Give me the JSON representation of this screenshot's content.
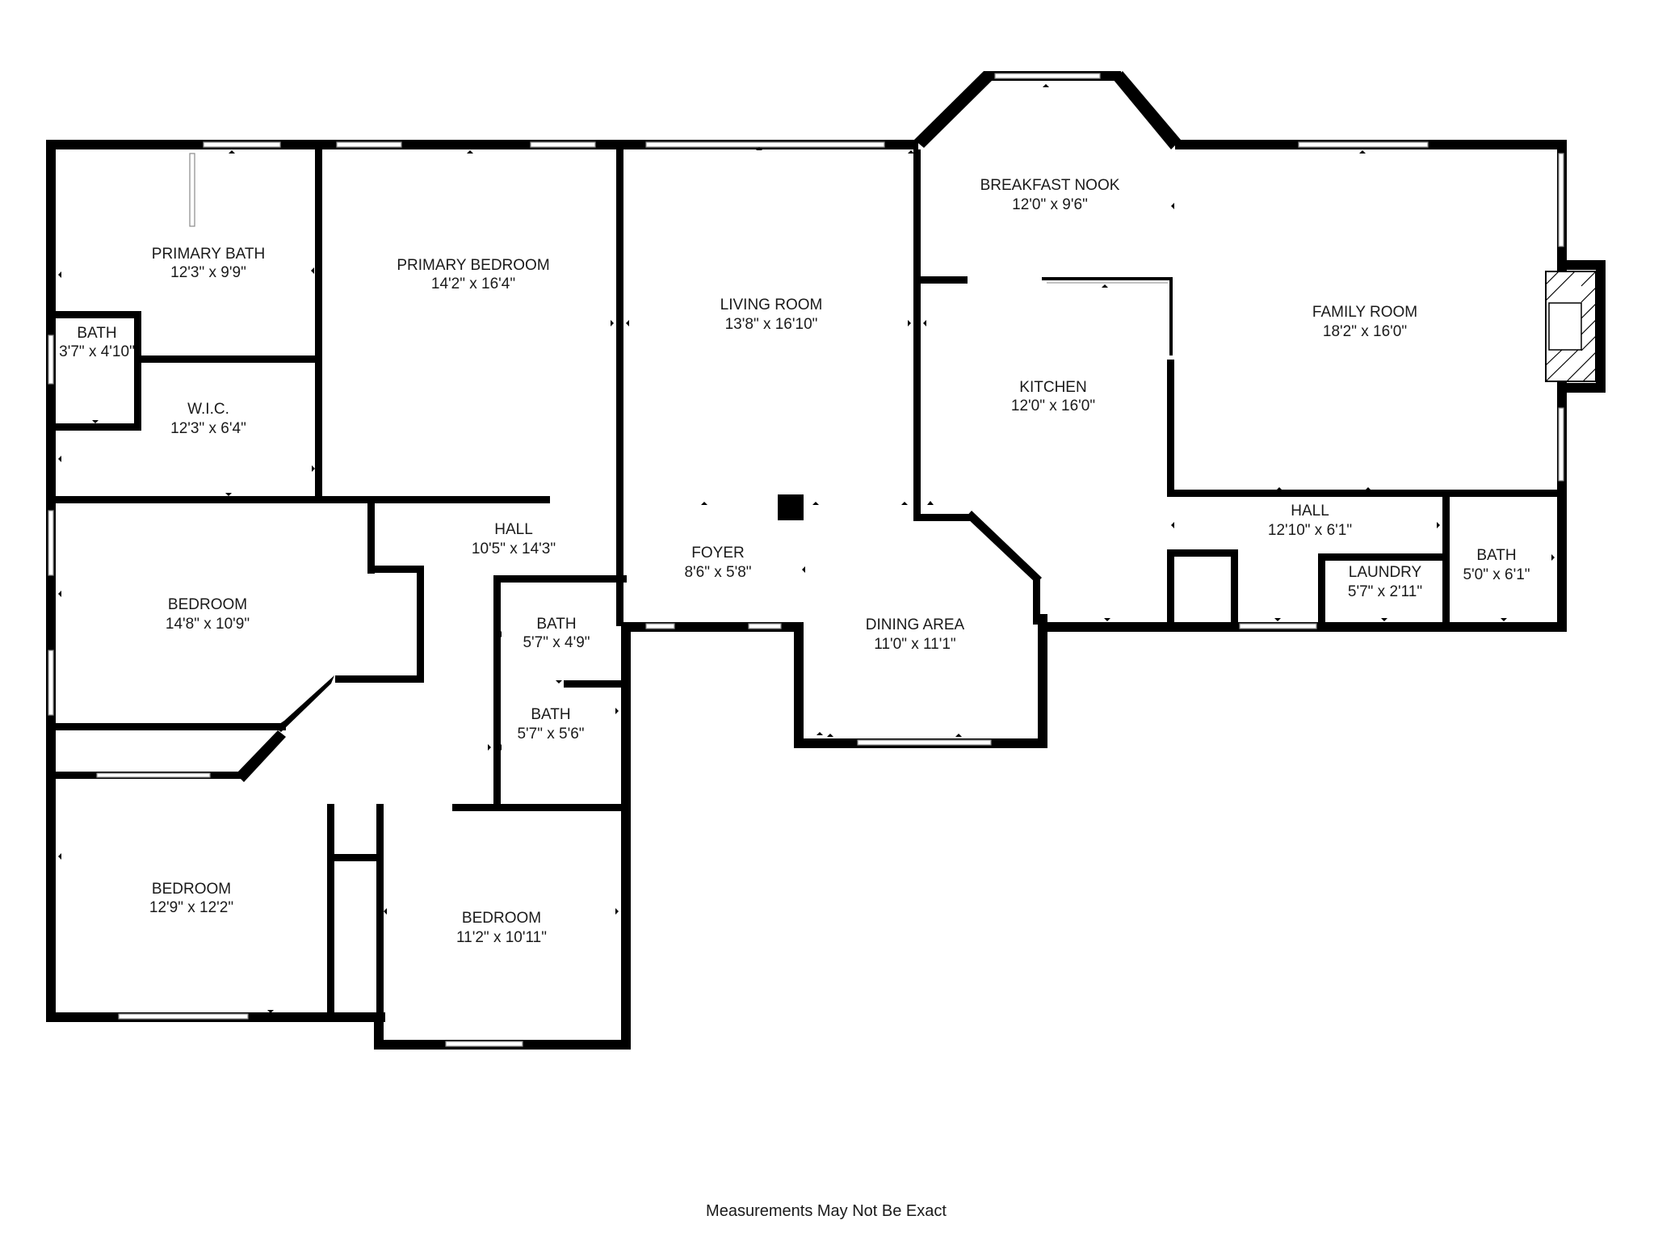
{
  "colors": {
    "wall": "#000000",
    "window": "#ffffff",
    "window_frame": "#8a8a8a",
    "background": "#ffffff"
  },
  "rooms": {
    "primary_bath": {
      "name": "PRIMARY BATH",
      "dims": "12'3\" x 9'9\""
    },
    "primary_bedroom": {
      "name": "PRIMARY BEDROOM",
      "dims": "14'2\" x 16'4\""
    },
    "bath_small": {
      "name": "BATH",
      "dims": "3'7\" x 4'10\""
    },
    "wic": {
      "name": "W.I.C.",
      "dims": "12'3\" x 6'4\""
    },
    "living_room": {
      "name": "LIVING ROOM",
      "dims": "13'8\" x 16'10\""
    },
    "breakfast_nook": {
      "name": "BREAKFAST NOOK",
      "dims": "12'0\" x 9'6\""
    },
    "family_room": {
      "name": "FAMILY ROOM",
      "dims": "18'2\" x 16'0\""
    },
    "kitchen": {
      "name": "KITCHEN",
      "dims": "12'0\" x 16'0\""
    },
    "hall_west": {
      "name": "HALL",
      "dims": "10'5\" x 14'3\""
    },
    "foyer": {
      "name": "FOYER",
      "dims": "8'6\" x 5'8\""
    },
    "bedroom_1": {
      "name": "BEDROOM",
      "dims": "14'8\" x 10'9\""
    },
    "bath_hall_1": {
      "name": "BATH",
      "dims": "5'7\" x 4'9\""
    },
    "bath_hall_2": {
      "name": "BATH",
      "dims": "5'7\" x 5'6\""
    },
    "dining_area": {
      "name": "DINING AREA",
      "dims": "11'0\" x 11'1\""
    },
    "hall_east": {
      "name": "HALL",
      "dims": "12'10\" x 6'1\""
    },
    "laundry": {
      "name": "LAUNDRY",
      "dims": "5'7\" x 2'11\""
    },
    "bath_east": {
      "name": "BATH",
      "dims": "5'0\" x 6'1\""
    },
    "bedroom_2": {
      "name": "BEDROOM",
      "dims": "12'9\" x 12'2\""
    },
    "bedroom_3": {
      "name": "BEDROOM",
      "dims": "11'2\" x 10'11\""
    }
  },
  "footer": {
    "note": "Measurements May Not Be Exact"
  }
}
